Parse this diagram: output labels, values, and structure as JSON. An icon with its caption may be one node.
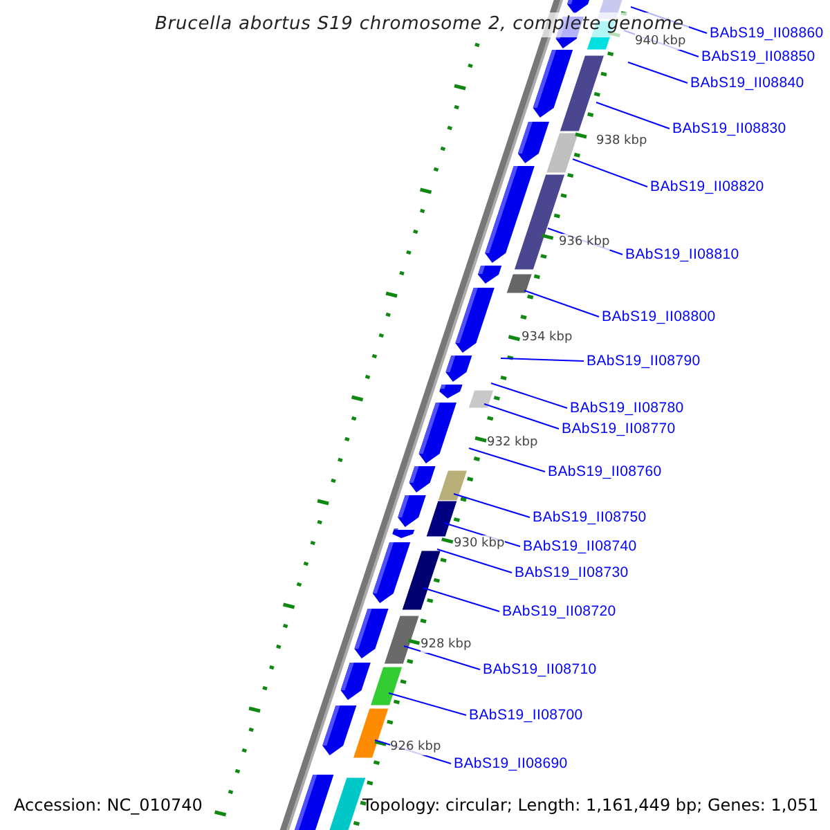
{
  "diagram": {
    "title": "Brucella abortus S19 chromosome 2, complete genome",
    "nodes": [
      {
        "text": [
          "BAbS19_II08860"
        ]
      },
      {
        "text": [
          "BAbS19_II08850"
        ]
      },
      {
        "text": [
          "BAbS19_II08840"
        ]
      },
      {
        "text": [
          "BAbS19_II08830"
        ]
      },
      {
        "text": [
          "BAbS19_II08820"
        ]
      },
      {
        "text": [
          "BAbS19_II08810"
        ]
      },
      {
        "text": [
          "BAbS19_II08800"
        ]
      },
      {
        "text": [
          "BAbS19_II08790"
        ]
      },
      {
        "text": [
          "BAbS19_II08780"
        ]
      },
      {
        "text": [
          "BAbS19_II08770"
        ]
      },
      {
        "text": [
          "BAbS19_II08760"
        ]
      },
      {
        "text": [
          "BAbS19_II08750"
        ]
      },
      {
        "text": [
          "BAbS19_II08740"
        ]
      },
      {
        "text": [
          "BAbS19_II08730"
        ]
      },
      {
        "text": [
          "BAbS19_II08720"
        ]
      },
      {
        "text": [
          "BAbS19_II08710"
        ]
      },
      {
        "text": [
          "BAbS19_II08700"
        ]
      },
      {
        "text": [
          "BAbS19_II08690"
        ]
      }
    ],
    "edges": [
      {
        "from": 0,
        "to": null,
        "arrow": "none"
      },
      {
        "from": 1,
        "to": null,
        "arrow": "none"
      },
      {
        "from": 2,
        "to": null,
        "arrow": "none"
      },
      {
        "from": 3,
        "to": null,
        "arrow": "none"
      },
      {
        "from": 4,
        "to": null,
        "arrow": "none"
      },
      {
        "from": 5,
        "to": null,
        "arrow": "none"
      },
      {
        "from": 6,
        "to": null,
        "arrow": "none"
      },
      {
        "from": 7,
        "to": null,
        "arrow": "none"
      },
      {
        "from": 8,
        "to": null,
        "arrow": "none"
      },
      {
        "from": 9,
        "to": null,
        "arrow": "none"
      },
      {
        "from": 10,
        "to": null,
        "arrow": "none"
      },
      {
        "from": 11,
        "to": null,
        "arrow": "none"
      },
      {
        "from": 12,
        "to": null,
        "arrow": "none"
      },
      {
        "from": 13,
        "to": null,
        "arrow": "none"
      },
      {
        "from": 14,
        "to": null,
        "arrow": "none"
      },
      {
        "from": 15,
        "to": null,
        "arrow": "none"
      },
      {
        "from": 16,
        "to": null,
        "arrow": "none"
      },
      {
        "from": 17,
        "to": null,
        "arrow": "none"
      }
    ],
    "labels": [
      "940 kbp",
      "938 kbp",
      "936 kbp",
      "934 kbp",
      "932 kbp",
      "930 kbp",
      "928 kbp",
      "926 kbp",
      "Accession: NC_010740",
      "Topology: circular; Length: 1,161,449 bp; Genes: 1,051"
    ]
  }
}
